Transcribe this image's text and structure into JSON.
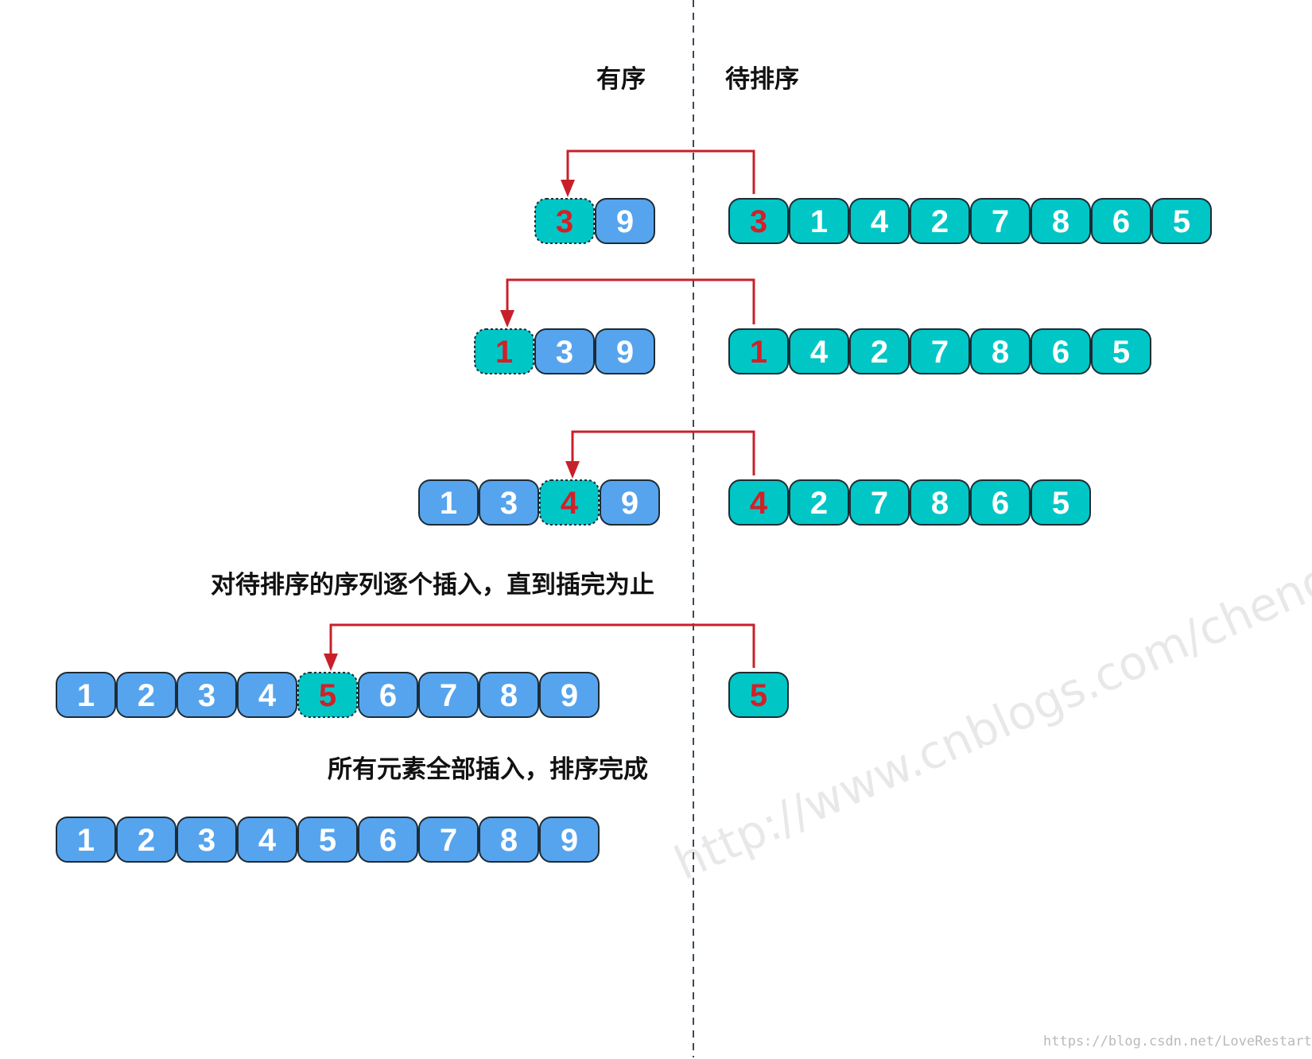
{
  "colors": {
    "sorted_fill": "#56a4ee",
    "unsorted_fill": "#00c6c6",
    "highlight_text": "#d32027",
    "plain_text": "#ffffff",
    "stroke": "#1e2b33",
    "arrow": "#c8202a",
    "divider": "#3b4a5c"
  },
  "headers": {
    "sorted": "有序",
    "unsorted": "待排序"
  },
  "captions": {
    "middle": "对待排序的序列逐个插入，直到插完为止",
    "final": "所有元素全部插入，排序完成"
  },
  "watermark": "http://www.cnblogs.com/chengxiao/",
  "credit": "https://blog.csdn.net/LoveRestart",
  "steps": [
    {
      "sorted": [
        3,
        9
      ],
      "inserted": 3,
      "unsorted": [
        3,
        1,
        4,
        2,
        7,
        8,
        6,
        5
      ]
    },
    {
      "sorted": [
        1,
        3,
        9
      ],
      "inserted": 1,
      "unsorted": [
        1,
        4,
        2,
        7,
        8,
        6,
        5
      ]
    },
    {
      "sorted": [
        1,
        3,
        4,
        9
      ],
      "inserted": 4,
      "unsorted": [
        4,
        2,
        7,
        8,
        6,
        5
      ]
    },
    {
      "sorted": [
        1,
        2,
        3,
        4,
        5,
        6,
        7,
        8,
        9
      ],
      "inserted": 5,
      "unsorted": [
        5
      ]
    }
  ],
  "final": [
    1,
    2,
    3,
    4,
    5,
    6,
    7,
    8,
    9
  ]
}
